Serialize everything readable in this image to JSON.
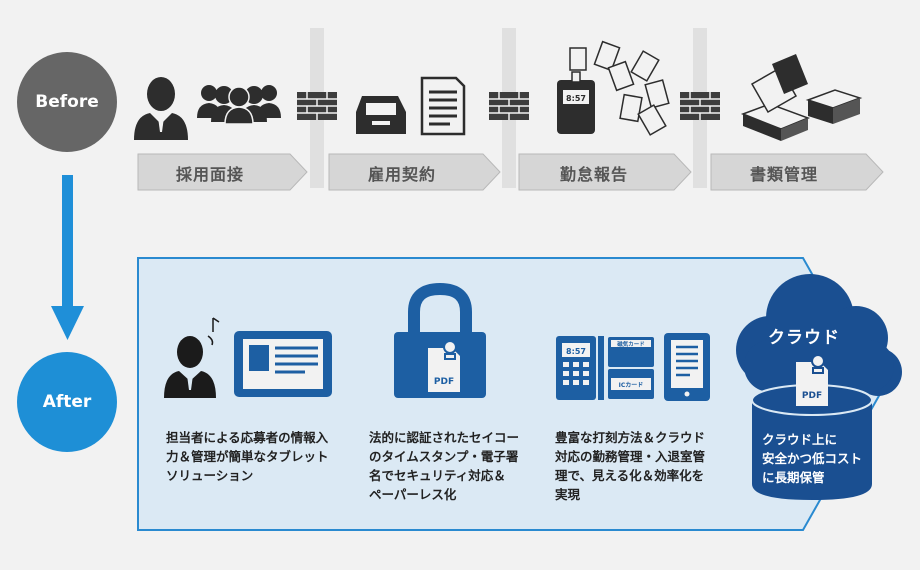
{
  "before": {
    "label": "Before"
  },
  "after": {
    "label": "After"
  },
  "steps": [
    {
      "label": "採用面接"
    },
    {
      "label": "雇用契約"
    },
    {
      "label": "勤怠報告"
    },
    {
      "label": "書類管理"
    }
  ],
  "solutions": [
    {
      "lines": [
        "担当者による応募者の情報入",
        "力＆管理が簡単なタブレット",
        "ソリューション"
      ]
    },
    {
      "lines": [
        "法的に認証されたセイコー",
        "のタイムスタンプ・電子署",
        "名でセキュリティ対応＆",
        "ペーパーレス化"
      ]
    },
    {
      "lines": [
        "豊富な打刻方法＆クラウド",
        "対応の勤務管理・入退室管",
        "理で、見える化＆効率化を",
        "実現"
      ]
    }
  ],
  "cloud": {
    "title": "クラウド",
    "lines": [
      "クラウド上に",
      "安全かつ低コスト",
      "に長期保管"
    ]
  },
  "icon_text": {
    "pdf": "PDF",
    "clock_display": "8:57",
    "magnetic_card": "磁気カード",
    "ic_card": "ICカード"
  },
  "colors": {
    "before_circle": "#666666",
    "after_circle": "#1e8fd6",
    "arrow": "#1f8fd8",
    "panel_fill": "#dbe9f4",
    "panel_border": "#2a8ad0",
    "icon_dark": "#2d2d2d",
    "icon_blue": "#1d5fa3",
    "cloud": "#1a4f91"
  }
}
